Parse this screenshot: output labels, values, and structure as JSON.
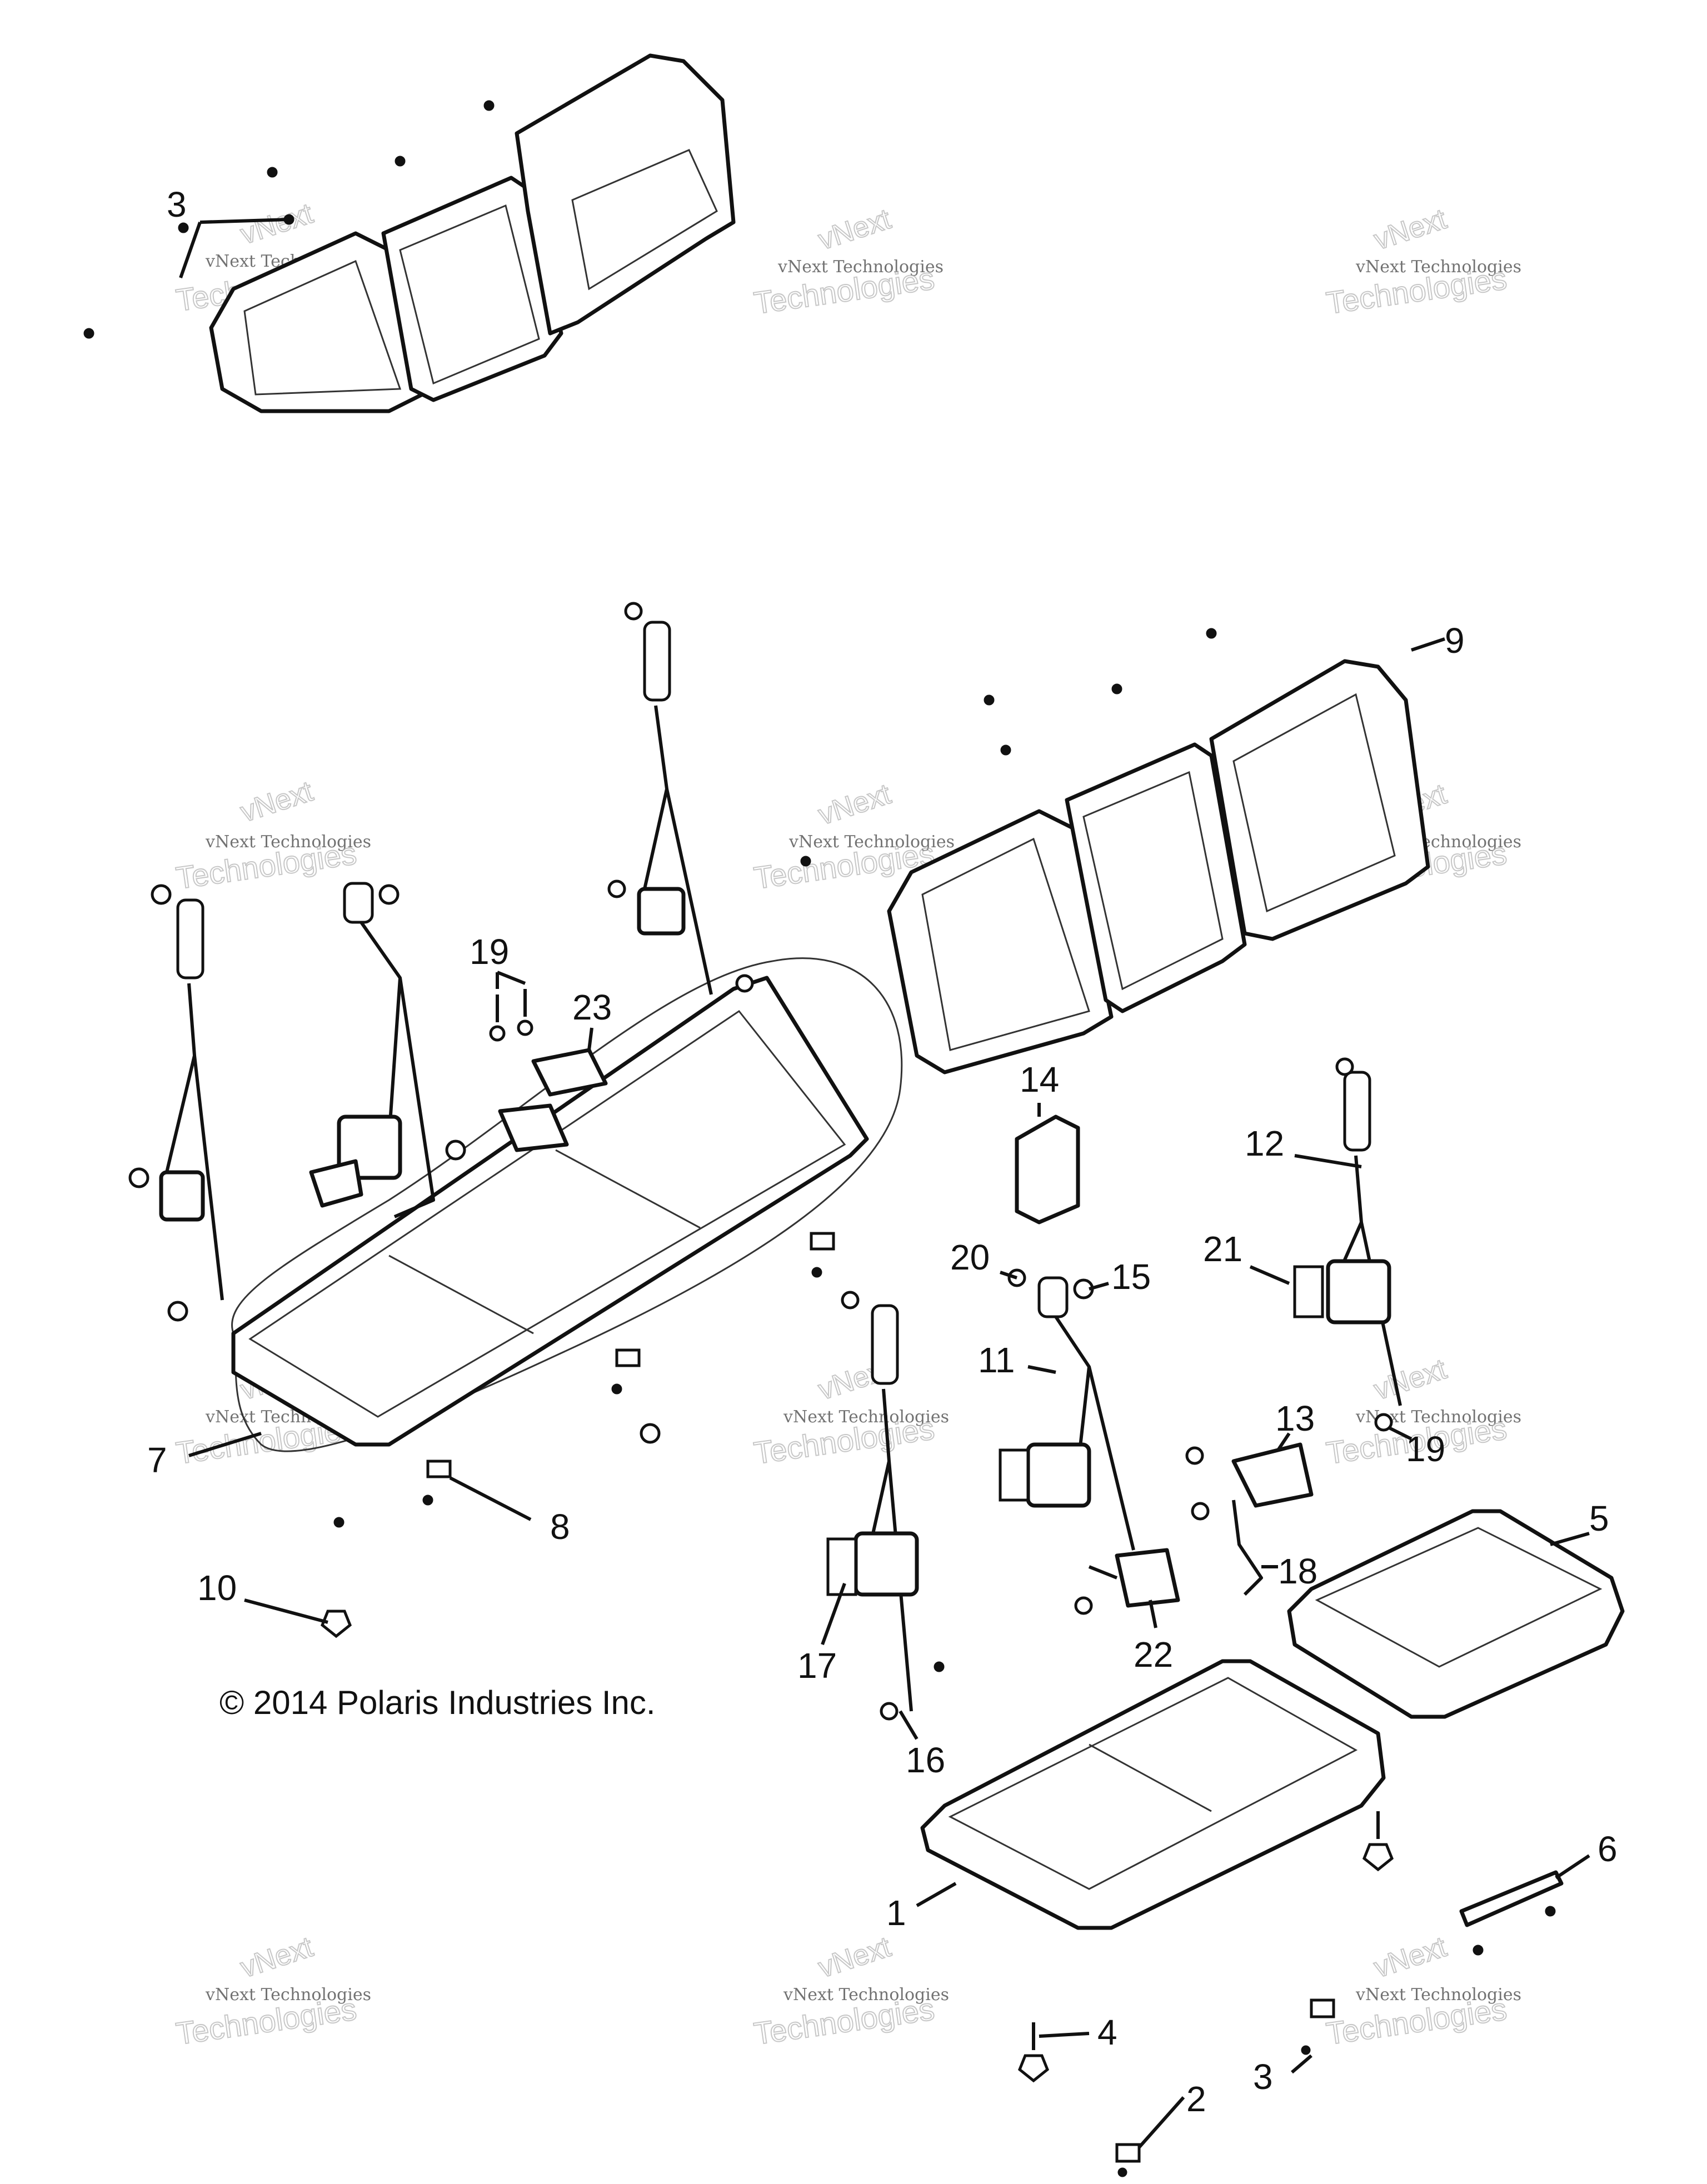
{
  "copyright": "© 2014 Polaris Industries Inc.",
  "watermark": {
    "line_small": "vNext Technologies",
    "line_big": "Technologies",
    "line_rot": "vNext"
  },
  "callouts": {
    "c1": "1",
    "c2": "2",
    "c3a": "3",
    "c3b": "3",
    "c4": "4",
    "c5": "5",
    "c6": "6",
    "c7": "7",
    "c8": "8",
    "c9": "9",
    "c10": "10",
    "c11": "11",
    "c12": "12",
    "c13": "13",
    "c14": "14",
    "c15": "15",
    "c16": "16",
    "c17": "17",
    "c18": "18",
    "c19a": "19",
    "c19b": "19",
    "c20": "20",
    "c21": "21",
    "c22": "22",
    "c23": "23"
  }
}
